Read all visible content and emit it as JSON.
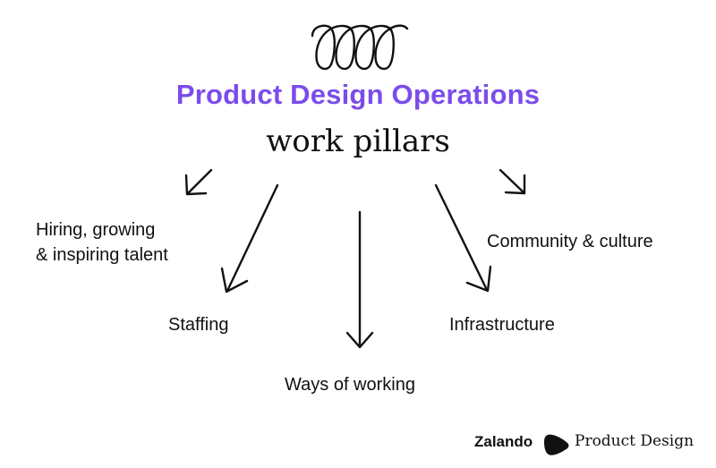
{
  "title": "Product Design Operations",
  "subtitle": "work pillars",
  "pillars": [
    {
      "label_line1": "Hiring, growing",
      "label_line2": "& inspiring talent"
    },
    {
      "label": "Staffing"
    },
    {
      "label": "Ways of working"
    },
    {
      "label": "Infrastructure"
    },
    {
      "label": "Community & culture"
    }
  ],
  "footer": {
    "brand": "Zalando",
    "product": "Product Design"
  },
  "colors": {
    "accent": "#7B4CEB",
    "ink": "#111111"
  },
  "icons": [
    "loop-doodle-icon",
    "arrow-icon",
    "zalando-logo-icon"
  ]
}
